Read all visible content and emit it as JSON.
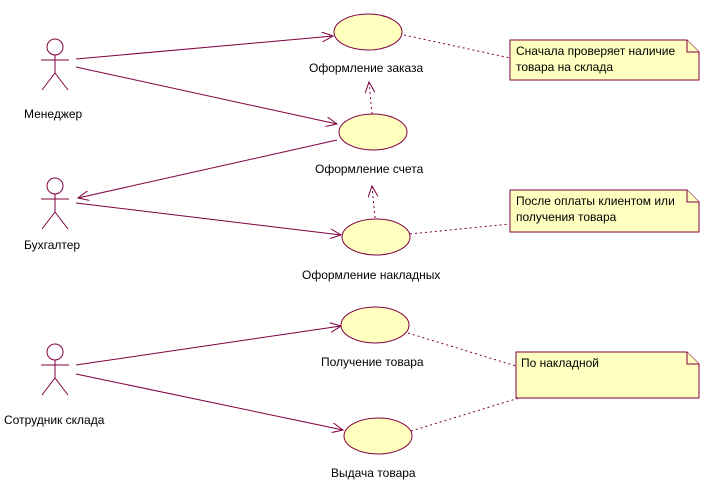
{
  "actors": [
    {
      "id": "manager",
      "name": "Менеджер"
    },
    {
      "id": "accountant",
      "name": "Бухгалтер"
    },
    {
      "id": "warehouse",
      "name": "Сотрудник склада"
    }
  ],
  "use_cases": [
    {
      "id": "order",
      "name": "Оформление заказа"
    },
    {
      "id": "invoice",
      "name": "Оформление счета"
    },
    {
      "id": "waybill",
      "name": "Оформление накладных"
    },
    {
      "id": "receive",
      "name": "Получение товара"
    },
    {
      "id": "issue",
      "name": "Выдача товара"
    }
  ],
  "notes": [
    {
      "id": "note1",
      "lines": [
        "Сначала проверяет наличие",
        "товара на склада"
      ]
    },
    {
      "id": "note2",
      "lines": [
        "После оплаты клиентом или",
        "получения товара"
      ]
    },
    {
      "id": "note3",
      "lines": [
        "По накладной"
      ]
    }
  ],
  "colors": {
    "line": "#800040",
    "fill": "#ffffc0"
  }
}
